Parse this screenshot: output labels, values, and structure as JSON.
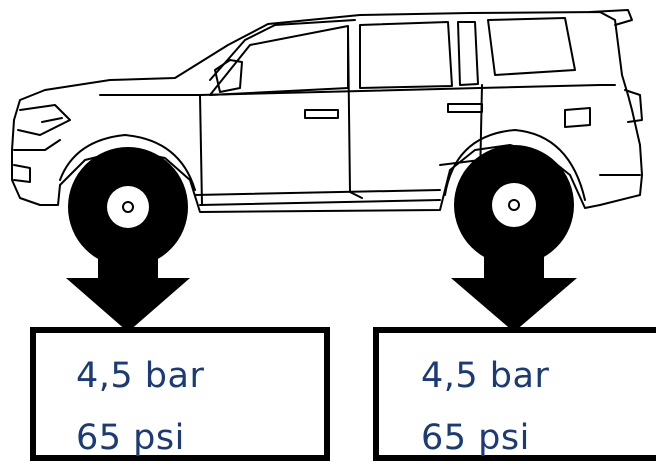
{
  "colors": {
    "value_text": "#1b3a78",
    "line": "#000000"
  },
  "icons": [
    "suv-side-view",
    "wheel",
    "down-arrow"
  ],
  "front_wheel": {
    "pressure_bar": "4,5 bar",
    "pressure_psi": "65 psi"
  },
  "rear_wheel": {
    "pressure_bar": "4,5 bar",
    "pressure_psi": "65 psi"
  }
}
